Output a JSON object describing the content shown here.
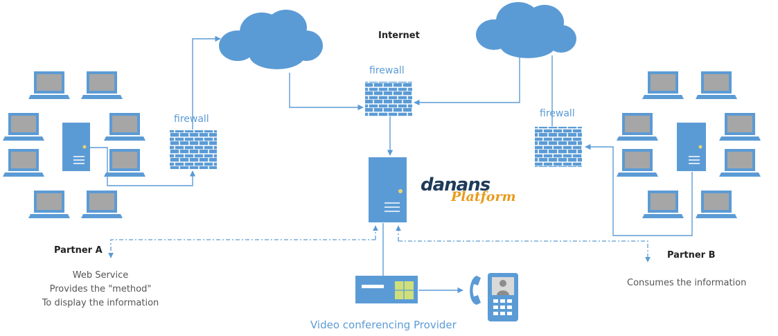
{
  "labels": {
    "internet": "Internet",
    "firewall_left": "firewall",
    "firewall_center": "firewall",
    "firewall_right": "firewall",
    "partner_a": "Partner A",
    "partner_a_desc": [
      "Web Service",
      "Provides the \"method\"",
      "To display the information"
    ],
    "partner_b": "Partner B",
    "partner_b_desc": "Consumes the information",
    "video_provider": "Video conferencing Provider"
  },
  "logo": {
    "top": "danans",
    "bottom": "Platform"
  },
  "colors": {
    "primary_blue": "#5b9bd5",
    "box_fill": "#5b9bd5",
    "screen_gray": "#a6a6a6",
    "line": "#5b9bd5",
    "logo_dark": "#1f3b5a",
    "logo_orange": "#e99b1c"
  },
  "icons": [
    "cloud-icon",
    "firewall-icon",
    "server-icon",
    "laptop-icon",
    "router-icon",
    "phone-icon"
  ]
}
